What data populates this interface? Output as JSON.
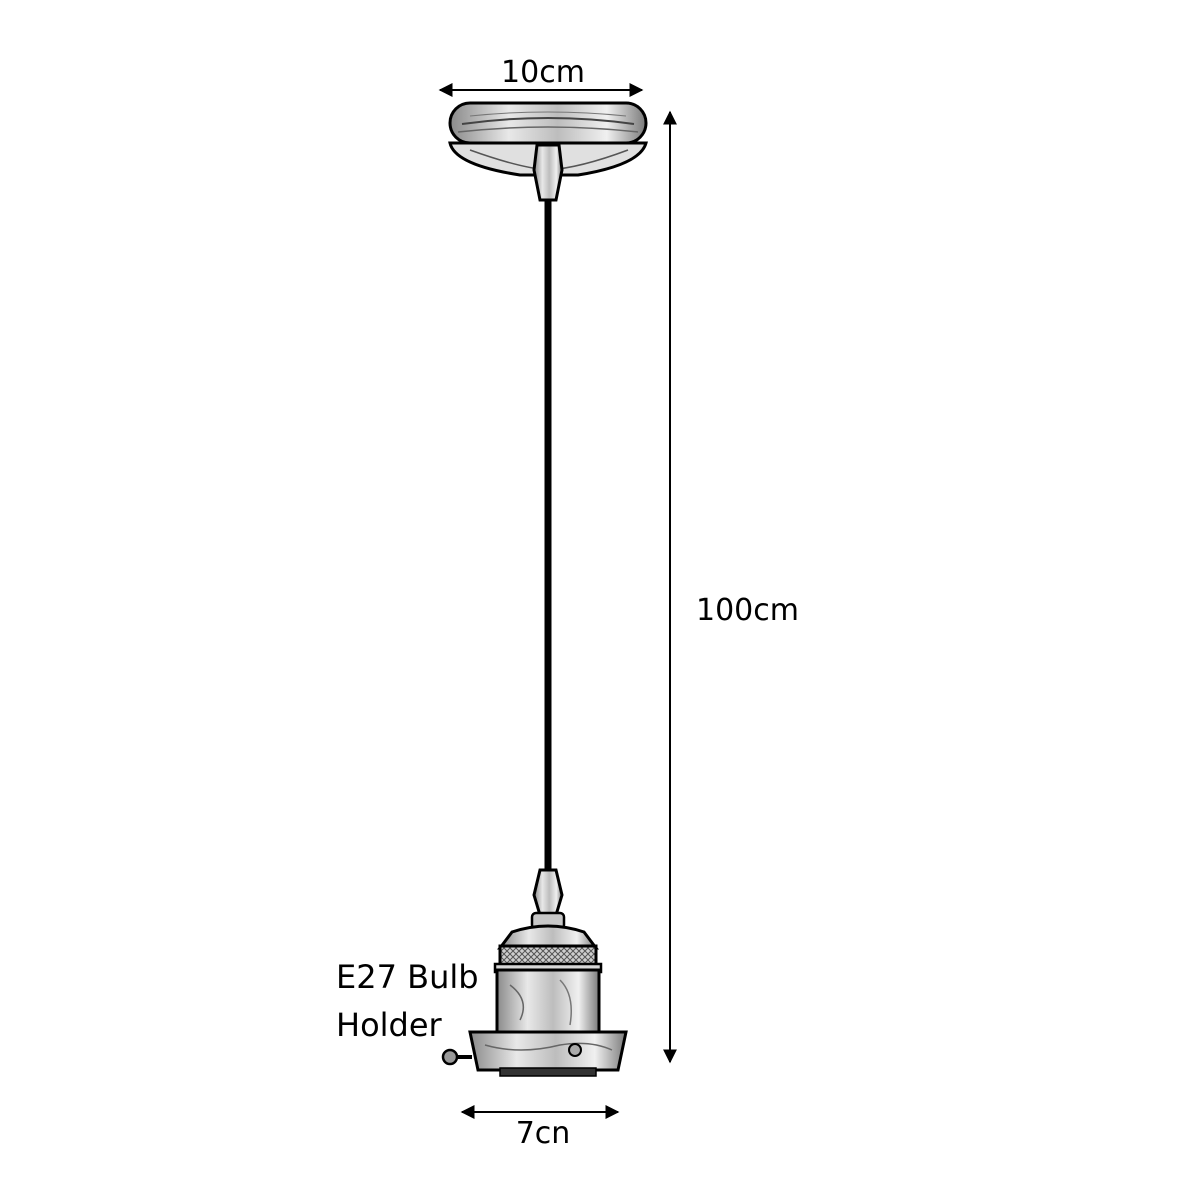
{
  "dimensions": {
    "canopy_width": "10cm",
    "cord_length": "100cm",
    "holder_width": "7cn"
  },
  "labels": {
    "holder_line1": "E27 Bulb",
    "holder_line2": "Holder"
  },
  "colors": {
    "line": "#000000",
    "metal_light": "#e6e6e6",
    "metal_mid": "#bdbdbd",
    "metal_dark": "#7a7a7a",
    "background": "#ffffff"
  }
}
